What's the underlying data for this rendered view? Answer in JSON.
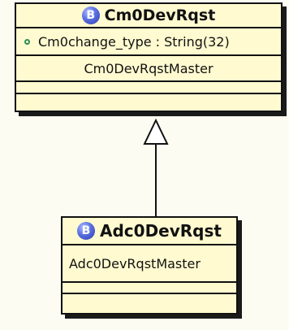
{
  "diagram": {
    "parent_class": {
      "stereotype": "B",
      "stereotype_icon": "class-b-icon",
      "name": "Cm0DevRqst",
      "attribute": {
        "visibility": "o",
        "text": "Cm0change_type : String(32)"
      },
      "operation": "Cm0DevRqstMaster"
    },
    "child_class": {
      "stereotype": "B",
      "stereotype_icon": "class-b-icon",
      "name": "Adc0DevRqst",
      "operation": "Adc0DevRqstMaster"
    },
    "relationship": {
      "type": "generalization",
      "from": "Adc0DevRqst",
      "to": "Cm0DevRqst"
    },
    "colors": {
      "background": "#fcfcf2",
      "class_fill": "#fffad0",
      "border": "#111111",
      "icon_blue": "#3b4fcf",
      "attribute_bullet": "#2e8b57"
    }
  }
}
